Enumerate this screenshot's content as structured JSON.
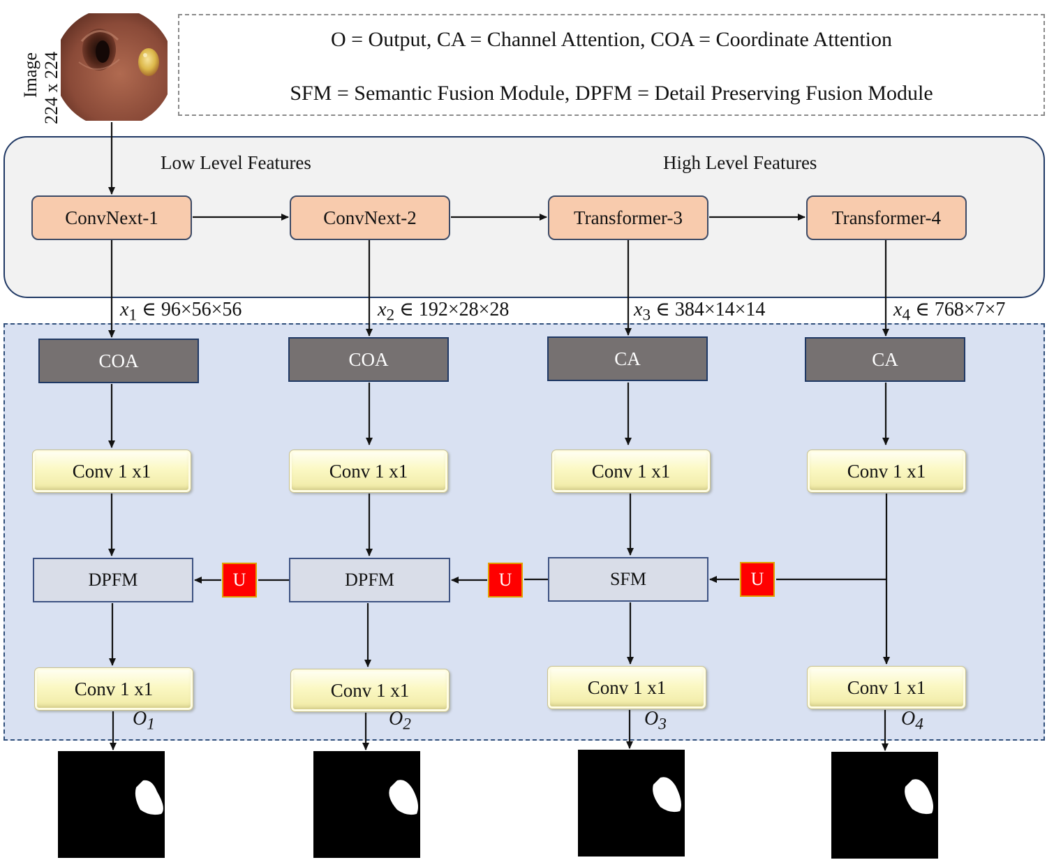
{
  "legend": {
    "line1": "O = Output, CA = Channel Attention, COA = Coordinate Attention",
    "line2": "SFM = Semantic Fusion Module, DPFM = Detail Preserving Fusion Module"
  },
  "input_image": {
    "label": "Image",
    "size": "224 x 224"
  },
  "encoder": {
    "low_label": "Low Level Features",
    "high_label": "High Level Features",
    "stages": [
      "ConvNext-1",
      "ConvNext-2",
      "Transformer-3",
      "Transformer-4"
    ]
  },
  "features": [
    {
      "var": "x",
      "sub": "1",
      "dims": " ∈ 96×56×56"
    },
    {
      "var": "x",
      "sub": "2",
      "dims": " ∈ 192×28×28"
    },
    {
      "var": "x",
      "sub": "3",
      "dims": " ∈ 384×14×14"
    },
    {
      "var": "x",
      "sub": "4",
      "dims": " ∈ 768×7×7"
    }
  ],
  "decoder": {
    "attention": [
      "COA",
      "COA",
      "CA",
      "CA"
    ],
    "conv_label": "Conv 1 x1",
    "fusion": [
      "DPFM",
      "DPFM",
      "SFM"
    ],
    "upsample_label": "U"
  },
  "outputs": [
    {
      "var": "O",
      "sub": "1"
    },
    {
      "var": "O",
      "sub": "2"
    },
    {
      "var": "O",
      "sub": "3"
    },
    {
      "var": "O",
      "sub": "4"
    }
  ],
  "colors": {
    "encoder_block": "#f8cbad",
    "attention_block": "#767171",
    "conv_block": "#fbf8c4",
    "fusion_block": "#d9dde8",
    "upsample": "#ff0000",
    "decoder_bg": "#d9e1f2",
    "encoder_bg": "#f2f2f2"
  }
}
